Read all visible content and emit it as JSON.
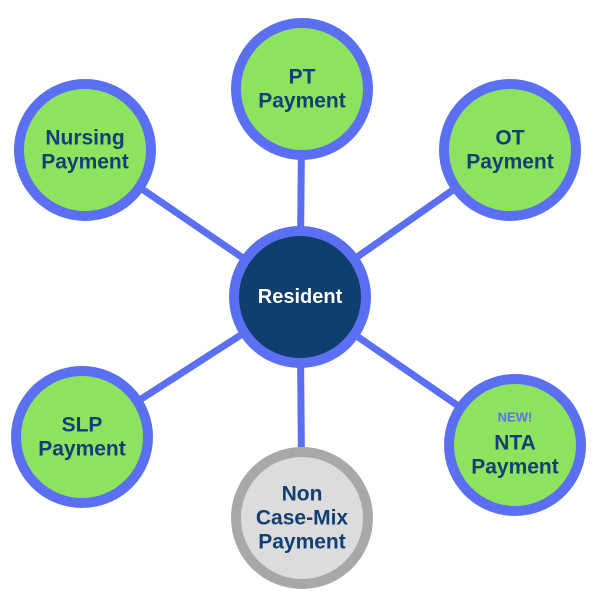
{
  "colors": {
    "connector": "#5b6ff3",
    "node_fill": "#8ee35e",
    "node_stroke": "#5b6ff3",
    "node_text": "#133f74",
    "center_fill": "#0e3f6f",
    "center_stroke": "#5b6ff3",
    "center_text": "#ffffff",
    "gray_fill": "#dcdcdc",
    "gray_stroke": "#a8a8a8",
    "badge_text": "#5b6ff3"
  },
  "center": {
    "label": "Resident"
  },
  "nodes": [
    {
      "id": "pt",
      "lines": [
        "PT",
        "Payment"
      ],
      "style": "green"
    },
    {
      "id": "ot",
      "lines": [
        "OT",
        "Payment"
      ],
      "style": "green"
    },
    {
      "id": "nta",
      "lines": [
        "NTA",
        "Payment"
      ],
      "style": "green",
      "badge": "NEW!"
    },
    {
      "id": "non-case-mix",
      "lines": [
        "Non",
        "Case-Mix",
        "Payment"
      ],
      "style": "gray"
    },
    {
      "id": "slp",
      "lines": [
        "SLP",
        "Payment"
      ],
      "style": "green"
    },
    {
      "id": "nursing",
      "lines": [
        "Nursing",
        "Payment"
      ],
      "style": "green"
    }
  ]
}
